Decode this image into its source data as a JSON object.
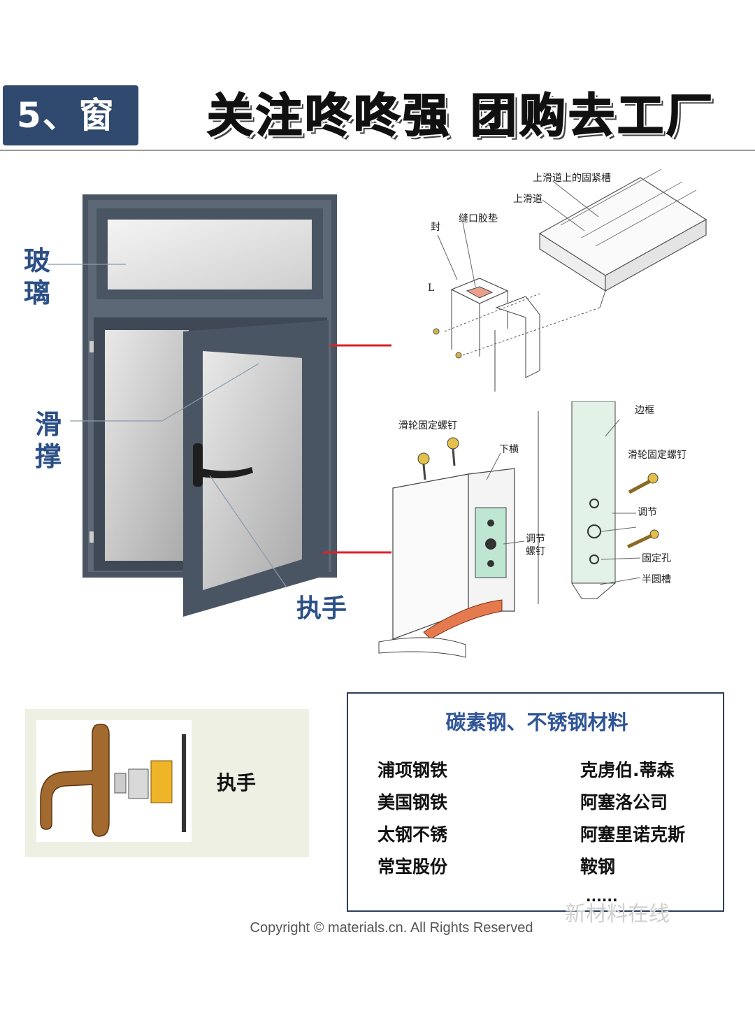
{
  "header": {
    "section_label": "5、窗",
    "banner": "关注咚咚强  团购去工厂"
  },
  "window_labels": {
    "glass": "玻璃",
    "glass_line1": "玻",
    "glass_line2": "璃",
    "stay_line1": "滑",
    "stay_line2": "撑",
    "handle": "执手"
  },
  "top_detail": {
    "labels": [
      "上滑道上的固紧槽",
      "上滑道",
      "缝口胶垫",
      "封",
      "L"
    ]
  },
  "bottom_detail": {
    "labels": [
      "滑轮固定螺钉",
      "下横",
      "调节",
      "螺钉",
      "边框",
      "滑轮固定螺钉",
      "调节",
      "固定孔",
      "半圆槽"
    ]
  },
  "handle_panel": {
    "label": "执手"
  },
  "materials": {
    "title": "碳素钢、不锈钢材料",
    "left": [
      "浦项钢铁",
      "美国钢铁",
      "太钢不锈",
      "常宝股份"
    ],
    "right": [
      "克虏伯.蒂森",
      "阿塞洛公司",
      "阿塞里诺克斯",
      "鞍钢"
    ],
    "ellipsis": "......"
  },
  "watermark": "新材料在线",
  "copyright": "Copyright © materials.cn. All Rights Reserved",
  "colors": {
    "frame": "#4a5563",
    "label_blue": "#2b4f86",
    "arrow_red": "#d9222a",
    "tab_bg": "#2f4a6e"
  }
}
